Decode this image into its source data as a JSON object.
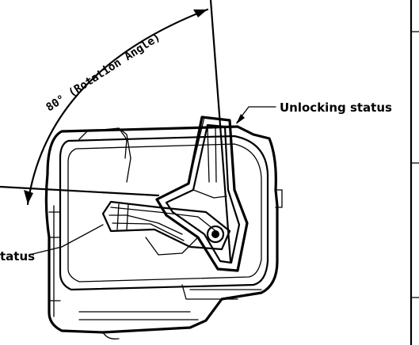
{
  "diagram": {
    "rotation_label": "80° (Rotation Angle)",
    "unlocking_label": "Unlocking status",
    "locking_label_partial": "tatus"
  }
}
